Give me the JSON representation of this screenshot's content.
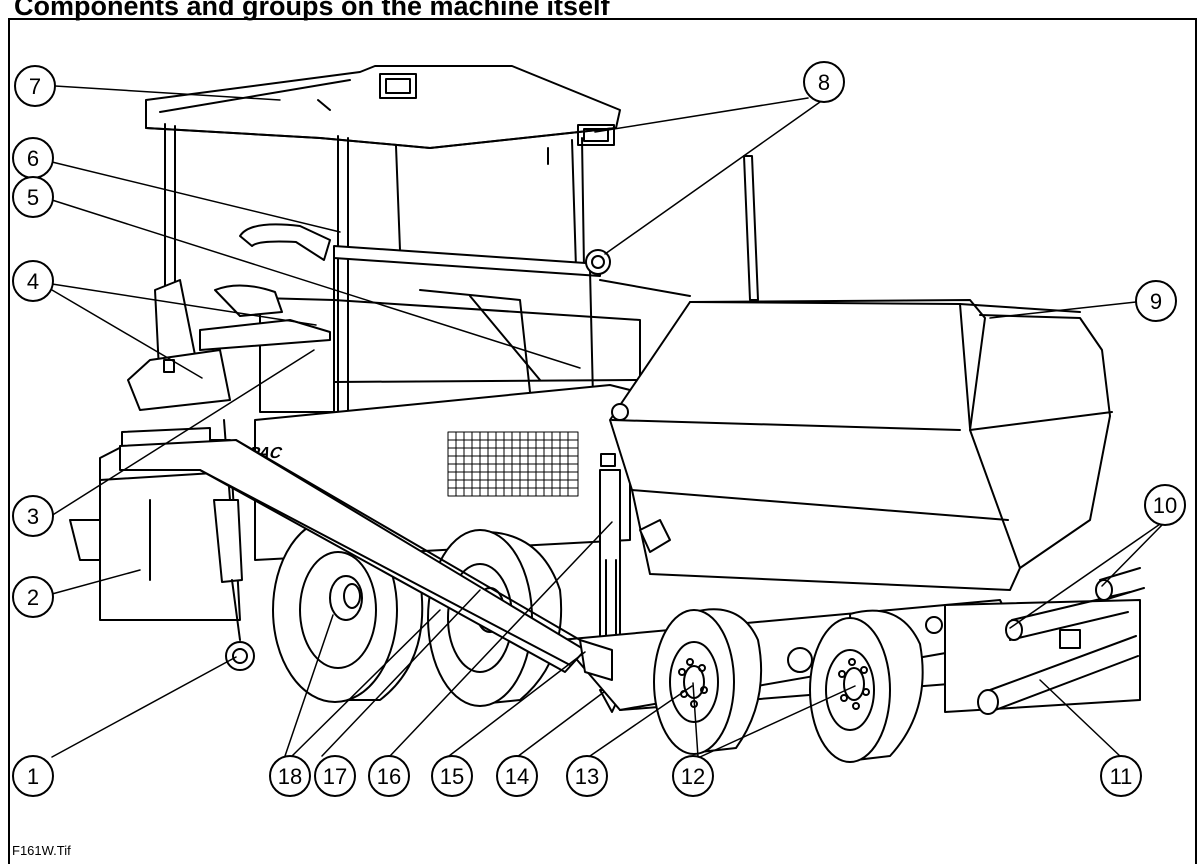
{
  "heading": "Components and groups on the machine itself",
  "file_label": "F161W.Tif",
  "brand_text": "DYNAPAC",
  "callouts": [
    "1",
    "2",
    "3",
    "4",
    "5",
    "6",
    "7",
    "8",
    "9",
    "10",
    "11",
    "12",
    "13",
    "14",
    "15",
    "16",
    "17",
    "18"
  ]
}
